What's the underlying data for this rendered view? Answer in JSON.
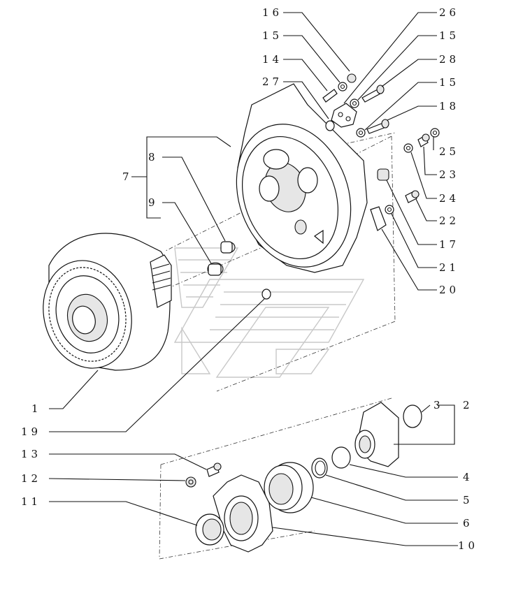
{
  "diagram": {
    "callouts": [
      {
        "id": "c16",
        "text": "16"
      },
      {
        "id": "c15a",
        "text": "15"
      },
      {
        "id": "c14",
        "text": "14"
      },
      {
        "id": "c27",
        "text": "27"
      },
      {
        "id": "c26",
        "text": "26"
      },
      {
        "id": "c15b",
        "text": "15"
      },
      {
        "id": "c28",
        "text": "28"
      },
      {
        "id": "c15c",
        "text": "15"
      },
      {
        "id": "c18",
        "text": "18"
      },
      {
        "id": "c25",
        "text": "25"
      },
      {
        "id": "c23",
        "text": "23"
      },
      {
        "id": "c24",
        "text": "24"
      },
      {
        "id": "c22",
        "text": "22"
      },
      {
        "id": "c17",
        "text": "17"
      },
      {
        "id": "c21",
        "text": "21"
      },
      {
        "id": "c20",
        "text": "20"
      },
      {
        "id": "c7",
        "text": "7"
      },
      {
        "id": "c8",
        "text": "8"
      },
      {
        "id": "c9",
        "text": "9"
      },
      {
        "id": "c1",
        "text": "1"
      },
      {
        "id": "c19",
        "text": "19"
      },
      {
        "id": "c3",
        "text": "3"
      },
      {
        "id": "c2",
        "text": "2"
      },
      {
        "id": "c13",
        "text": "13"
      },
      {
        "id": "c12",
        "text": "12"
      },
      {
        "id": "c11",
        "text": "11"
      },
      {
        "id": "c4",
        "text": "4"
      },
      {
        "id": "c5",
        "text": "5"
      },
      {
        "id": "c6",
        "text": "6"
      },
      {
        "id": "c10",
        "text": "10"
      }
    ]
  }
}
